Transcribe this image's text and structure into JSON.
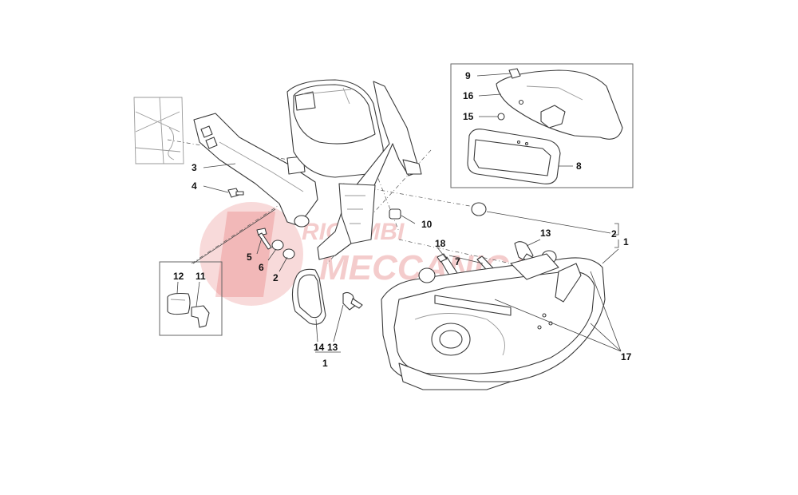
{
  "diagram": {
    "title": "",
    "watermark": {
      "lines": [
        "RICAMBI",
        "MECCANICA"
      ],
      "color": "#e05555"
    },
    "callouts": [
      {
        "id": "c9",
        "label": "9"
      },
      {
        "id": "c16",
        "label": "16"
      },
      {
        "id": "c15",
        "label": "15"
      },
      {
        "id": "c8",
        "label": "8"
      },
      {
        "id": "c3",
        "label": "3"
      },
      {
        "id": "c4",
        "label": "4"
      },
      {
        "id": "c10",
        "label": "10"
      },
      {
        "id": "c2a",
        "label": "2"
      },
      {
        "id": "c1a",
        "label": "1"
      },
      {
        "id": "c13a",
        "label": "13"
      },
      {
        "id": "c18",
        "label": "18"
      },
      {
        "id": "c7",
        "label": "7"
      },
      {
        "id": "c5",
        "label": "5"
      },
      {
        "id": "c6",
        "label": "6"
      },
      {
        "id": "c2b",
        "label": "2"
      },
      {
        "id": "c12",
        "label": "12"
      },
      {
        "id": "c11",
        "label": "11"
      },
      {
        "id": "c14",
        "label": "14"
      },
      {
        "id": "c13b",
        "label": "13"
      },
      {
        "id": "c1b",
        "label": "1"
      },
      {
        "id": "c17",
        "label": "17"
      }
    ]
  }
}
